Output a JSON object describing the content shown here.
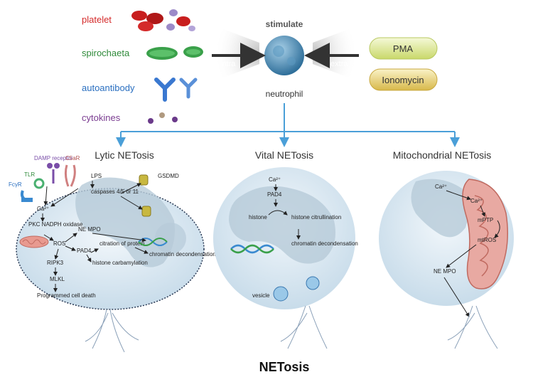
{
  "stimuli": {
    "intra": [
      {
        "label": "platelet",
        "color": "#d42a2a"
      },
      {
        "label": "spirochaeta",
        "color": "#2f8a3a"
      },
      {
        "label": "autoantibody",
        "color": "#2a6fc0"
      },
      {
        "label": "cytokines",
        "color": "#7b3d91"
      }
    ],
    "extra": [
      {
        "label": "PMA"
      },
      {
        "label": "Ionomycin"
      }
    ]
  },
  "center": {
    "stimulate": "stimulate",
    "neutrophil": "neutrophil",
    "intra": "intra",
    "extra": "extra"
  },
  "lytic": {
    "title": "Lytic NETosis",
    "receptors": {
      "damp": "DAMP receptor",
      "c5ar": "C5aR",
      "tlr": "TLR",
      "fcyr": "FcγR"
    },
    "gsdmd": "GSDMD",
    "lps": "LPS",
    "caspases": "caspases 4/5 or 11",
    "ca": "Ca²⁺",
    "pkc": "PKC NADPH oxidase",
    "ros": "ROS",
    "ne_mpo": "NE MPO",
    "pad4": "PAD4",
    "citration": "citration of protein",
    "histone_carb": "histone carbamylation",
    "chromatin": "chromatin decondensation",
    "ripk3": "RIPK3",
    "mlkl": "MLKL",
    "death": "Programmed cell death"
  },
  "vital": {
    "title": "Vital NETosis",
    "ca": "Ca²⁺",
    "pad4": "PAD4",
    "histone": "histone",
    "citrullination": "histone citrullination",
    "chromatin": "chromatin decondensation",
    "vesicle": "vesicle"
  },
  "mito": {
    "title": "Mitochondrial NETosis",
    "ca1": "Ca²⁺",
    "ca2": "Ca²⁺",
    "mptp": "mPTP",
    "mtros": "mtROS",
    "ne_mpo": "NE MPO"
  },
  "footer": {
    "title": "NETosis"
  },
  "colors": {
    "arrow_blue": "#4a9fd8",
    "cell": "#d9e8f2",
    "mito": "#e8a9a2"
  }
}
